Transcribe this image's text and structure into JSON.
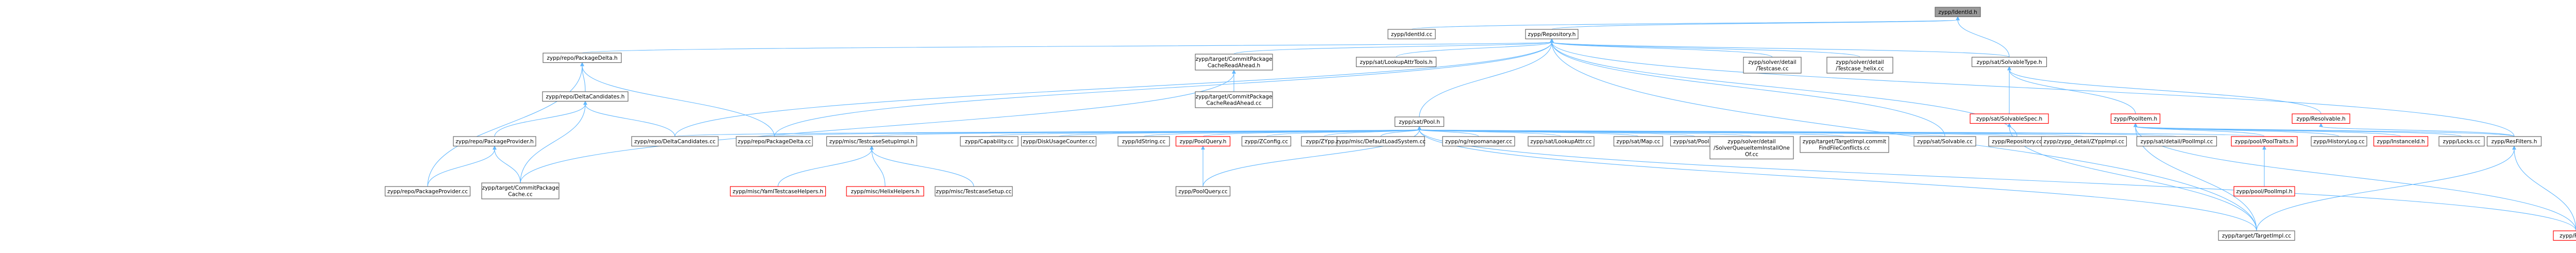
{
  "graph": {
    "nodes": [
      {
        "id": "zypp_ident_h",
        "label": [
          "zypp/IdentId.h"
        ],
        "kind": "root"
      },
      {
        "id": "zypp_ident_cc",
        "label": [
          "zypp/IdentId.cc"
        ],
        "kind": "normal"
      },
      {
        "id": "zypp_repository_h",
        "label": [
          "zypp/Repository.h"
        ],
        "kind": "normal"
      },
      {
        "id": "package_delta_h",
        "label": [
          "zypp/repo/PackageDelta.h"
        ],
        "kind": "normal"
      },
      {
        "id": "commit_pkg_cache_h",
        "label": [
          "zypp/target/CommitPackage",
          "CacheReadAhead.h"
        ],
        "kind": "normal"
      },
      {
        "id": "lookup_attr_tools_h",
        "label": [
          "zypp/sat/LookupAttrTools.h"
        ],
        "kind": "normal"
      },
      {
        "id": "solver_detail_testcase_cc",
        "label": [
          "zypp/solver/detail",
          "/Testcase.cc"
        ],
        "kind": "normal"
      },
      {
        "id": "solver_detail_testcase_helix_cc",
        "label": [
          "zypp/solver/detail",
          "/Testcase_helix.cc"
        ],
        "kind": "normal"
      },
      {
        "id": "sat_solvable_type_h",
        "label": [
          "zypp/sat/SolvableType.h"
        ],
        "kind": "normal"
      },
      {
        "id": "delta_candidates_h",
        "label": [
          "zypp/repo/DeltaCandidates.h"
        ],
        "kind": "normal"
      },
      {
        "id": "commit_pkg_cache_cc",
        "label": [
          "zypp/target/CommitPackage",
          "CacheReadAhead.cc"
        ],
        "kind": "normal"
      },
      {
        "id": "sat_pool_h",
        "label": [
          "zypp/sat/Pool.h"
        ],
        "kind": "normal"
      },
      {
        "id": "sat_solvable_spec_h",
        "label": [
          "zypp/sat/SolvableSpec.h"
        ],
        "kind": "red"
      },
      {
        "id": "pool_item_h",
        "label": [
          "zypp/PoolItem.h"
        ],
        "kind": "red"
      },
      {
        "id": "resolvable_h",
        "label": [
          "zypp/Resolvable.h"
        ],
        "kind": "red"
      },
      {
        "id": "package_provider_h",
        "label": [
          "zypp/repo/PackageProvider.h"
        ],
        "kind": "normal"
      },
      {
        "id": "delta_candidates_cc",
        "label": [
          "zypp/repo/DeltaCandidates.cc"
        ],
        "kind": "normal"
      },
      {
        "id": "package_delta_cc",
        "label": [
          "zypp/repo/PackageDelta.cc"
        ],
        "kind": "normal"
      },
      {
        "id": "testcase_setup_impl_h",
        "label": [
          "zypp/misc/TestcaseSetupImpl.h"
        ],
        "kind": "normal"
      },
      {
        "id": "capability_cc",
        "label": [
          "zypp/Capability.cc"
        ],
        "kind": "normal"
      },
      {
        "id": "disk_usage_counter_cc",
        "label": [
          "zypp/DiskUsageCounter.cc"
        ],
        "kind": "normal"
      },
      {
        "id": "id_string_cc",
        "label": [
          "zypp/IdString.cc"
        ],
        "kind": "normal"
      },
      {
        "id": "pool_query_h",
        "label": [
          "zypp/PoolQuery.h"
        ],
        "kind": "red"
      },
      {
        "id": "zconfig_cc",
        "label": [
          "zypp/ZConfig.cc"
        ],
        "kind": "normal"
      },
      {
        "id": "zypp_cc",
        "label": [
          "zypp/ZYpp.cc"
        ],
        "kind": "normal"
      },
      {
        "id": "default_load_system_cc",
        "label": [
          "zypp/misc/DefaultLoadSystem.cc"
        ],
        "kind": "normal"
      },
      {
        "id": "repomanager_cc",
        "label": [
          "zypp/ng/repomanager.cc"
        ],
        "kind": "normal"
      },
      {
        "id": "lookup_attr_cc",
        "label": [
          "zypp/sat/LookupAttr.cc"
        ],
        "kind": "normal"
      },
      {
        "id": "sat_map_cc",
        "label": [
          "zypp/sat/Map.cc"
        ],
        "kind": "normal"
      },
      {
        "id": "sat_pool_cc",
        "label": [
          "zypp/sat/Pool.cc"
        ],
        "kind": "normal"
      },
      {
        "id": "solver_queue_item_cc",
        "label": [
          "zypp/solver/detail",
          "/SolverQueueItemInstallOne",
          "Of.cc"
        ],
        "kind": "normal"
      },
      {
        "id": "target_commit_conflicts_cc",
        "label": [
          "zypp/target/TargetImpl.commit",
          "FindFileConflicts.cc"
        ],
        "kind": "normal"
      },
      {
        "id": "sat_solvable_cc",
        "label": [
          "zypp/sat/Solvable.cc"
        ],
        "kind": "normal"
      },
      {
        "id": "repository_cc",
        "label": [
          "zypp/Repository.cc"
        ],
        "kind": "normal"
      },
      {
        "id": "zypp_impl_cc",
        "label": [
          "zypp/zypp_detail/ZYppImpl.cc"
        ],
        "kind": "normal"
      },
      {
        "id": "pool_impl_cc",
        "label": [
          "zypp/sat/detail/PoolImpl.cc"
        ],
        "kind": "normal"
      },
      {
        "id": "pool_traits_h",
        "label": [
          "zypp/pool/PoolTraits.h"
        ],
        "kind": "red"
      },
      {
        "id": "history_log_cc",
        "label": [
          "zypp/HistoryLog.cc"
        ],
        "kind": "normal"
      },
      {
        "id": "instanceid_h",
        "label": [
          "zypp/InstanceId.h"
        ],
        "kind": "red"
      },
      {
        "id": "locks_cc",
        "label": [
          "zypp/Locks.cc"
        ],
        "kind": "normal"
      },
      {
        "id": "res_filters_h",
        "label": [
          "zypp/ResFilters.h"
        ],
        "kind": "normal"
      },
      {
        "id": "package_provider_cc",
        "label": [
          "zypp/repo/PackageProvider.cc"
        ],
        "kind": "normal"
      },
      {
        "id": "commit_pkg_cache_cc2",
        "label": [
          "zypp/target/CommitPackage",
          "Cache.cc"
        ],
        "kind": "normal"
      },
      {
        "id": "yast_testcase_helpers_h",
        "label": [
          "zypp/misc/YamlTestcaseHelpers.h"
        ],
        "kind": "red"
      },
      {
        "id": "helix_helpers_h",
        "label": [
          "zypp/misc/HelixHelpers.h"
        ],
        "kind": "red"
      },
      {
        "id": "testcase_setup_cc",
        "label": [
          "zypp/misc/TestcaseSetup.cc"
        ],
        "kind": "normal"
      },
      {
        "id": "pool_query_cc",
        "label": [
          "zypp/PoolQuery.cc"
        ],
        "kind": "normal"
      },
      {
        "id": "pool_impl_h",
        "label": [
          "zypp/pool/PoolImpl.h"
        ],
        "kind": "red"
      },
      {
        "id": "target_impl_cc",
        "label": [
          "zypp/target/TargetImpl.cc"
        ],
        "kind": "normal"
      },
      {
        "id": "filter_h",
        "label": [
          "zypp/Filter.h"
        ],
        "kind": "red"
      }
    ]
  },
  "colors": {
    "edge": "#63b8ff",
    "node_border": "#666666",
    "highlight_border": "#ff0000",
    "root_fill": "#9a9a9a"
  }
}
